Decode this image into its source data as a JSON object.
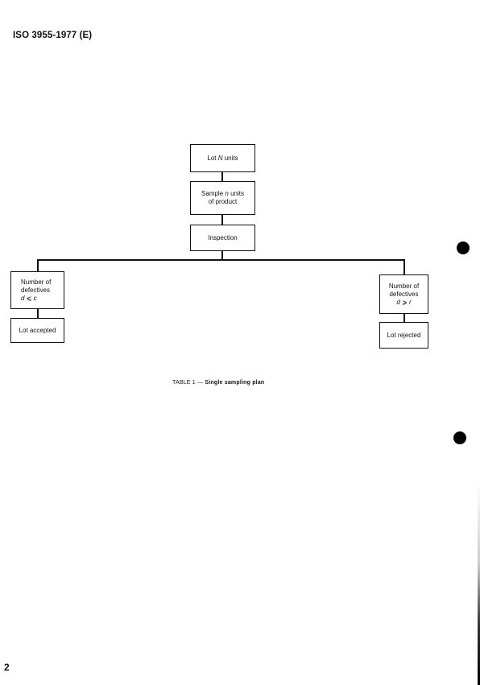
{
  "document": {
    "header": "ISO 3955-1977 (E)",
    "page_number": "2"
  },
  "flowchart": {
    "lot": {
      "prefix": "Lot ",
      "var": "N",
      "suffix": " units"
    },
    "sample": {
      "line1_prefix": "Sample ",
      "line1_var": "n",
      "line1_suffix": " units",
      "line2": "of product"
    },
    "inspection": "Inspection",
    "left_branch": {
      "line1": "Number of",
      "line2": "defectives",
      "condition": "d ⩽ c",
      "result": "Lot accepted"
    },
    "right_branch": {
      "line1": "Number of",
      "line2": "defectives",
      "condition": "d ⩾ r",
      "result": "Lot rejected"
    }
  },
  "caption": {
    "label": "TABLE 1 — ",
    "title": "Single sampling plan"
  }
}
